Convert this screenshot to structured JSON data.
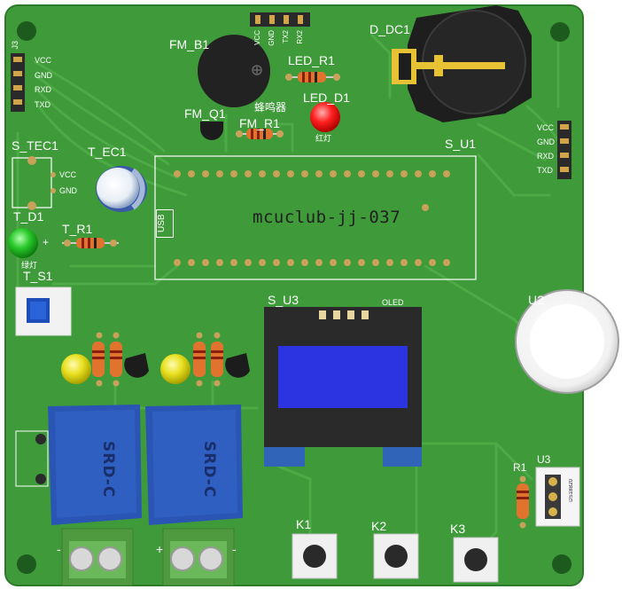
{
  "board": {
    "color": "#3f9a3a",
    "silkscreen_color": "#ffffff",
    "title": "mcuclub-jj-037"
  },
  "labels": {
    "fm_b1": "FM_B1",
    "fm_q1": "FM_Q1",
    "fm_r1": "FM_R1",
    "buzzer_cn": "蜂鸣器",
    "led_r1": "LED_R1",
    "led_d1": "LED_D1",
    "led_cn": "红灯",
    "d_dc1": "D_DC1",
    "s_u1": "S_U1",
    "s_tec1": "S_TEC1",
    "t_ec1": "T_EC1",
    "t_d1": "T_D1",
    "t_r1": "T_R1",
    "t_s1": "T_S1",
    "t_d1_cn": "绿灯",
    "plus": "+",
    "s_u3": "S_U3",
    "oled": "OLED",
    "u2": "U2",
    "u3": "U3",
    "r1": "R1",
    "ds18b20": "DS18B20",
    "k1": "K1",
    "k2": "K2",
    "k3": "K3",
    "usb": "USB",
    "relay1": "SRD-C",
    "relay2": "SRD-C",
    "minus": "-"
  },
  "header_left": {
    "id": "J3",
    "pins": [
      "VCC",
      "GND",
      "RXD",
      "TXD"
    ]
  },
  "header_right": {
    "pins": [
      "VCC",
      "GND",
      "RXD",
      "TXD"
    ]
  },
  "header_top": {
    "pins": [
      "VCC",
      "GND",
      "TX2",
      "RX2"
    ]
  },
  "sensor_pins": [
    "VCC",
    "GND"
  ],
  "colors": {
    "pcb": "#3f9a3a",
    "trace": "#4fae47",
    "pad": "#c8a15a",
    "relay_blue": "#2f5fc0",
    "oled_screen": "#2c33e0",
    "oled_pcb": "#2f64b8",
    "led_red": "#ff2020",
    "led_green": "#26c22a",
    "led_yellow": "#e6e020",
    "terminal_green": "#4f9a3f"
  }
}
